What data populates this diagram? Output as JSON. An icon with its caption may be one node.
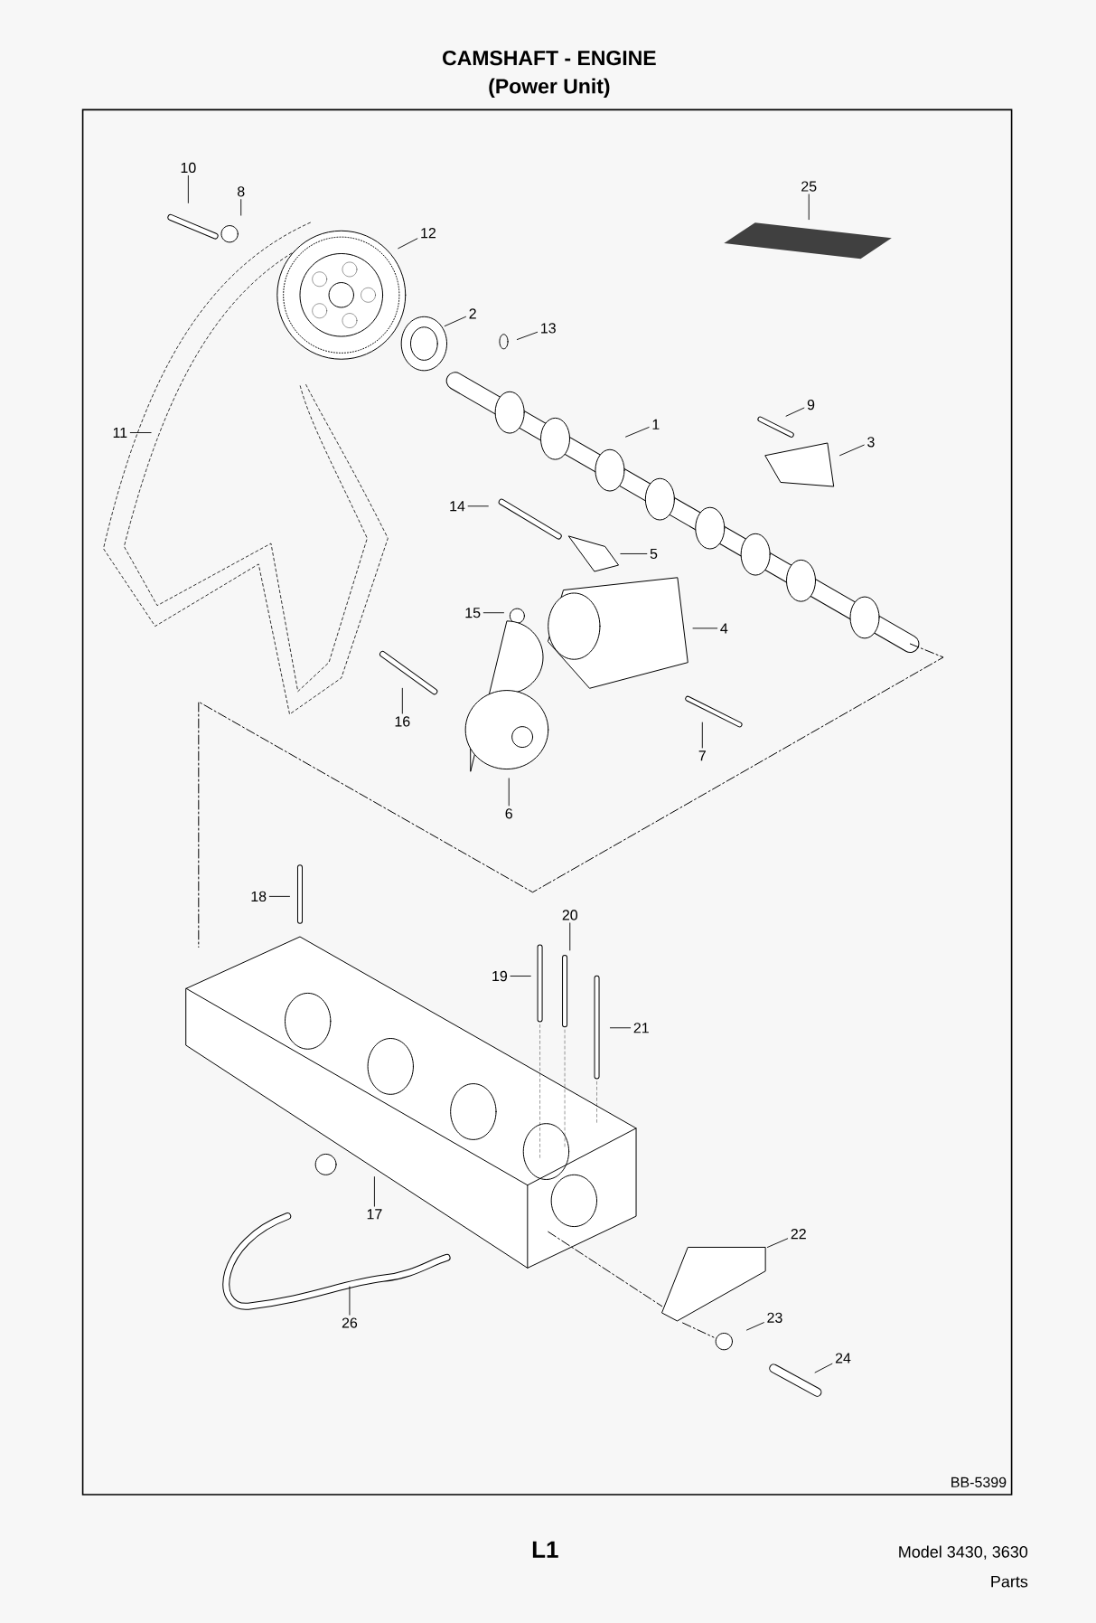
{
  "diagram": {
    "title": "CAMSHAFT - ENGINE",
    "nodes": [
      {
        "text": [
          "10"
        ]
      },
      {
        "text": [
          "8"
        ]
      },
      {
        "text": [
          "25"
        ]
      },
      {
        "text": [
          "12"
        ]
      },
      {
        "text": [
          "2"
        ]
      },
      {
        "text": [
          "13"
        ]
      },
      {
        "text": [
          "11"
        ]
      },
      {
        "text": [
          "9"
        ]
      },
      {
        "text": [
          "1"
        ]
      },
      {
        "text": [
          "3"
        ]
      },
      {
        "text": [
          "14"
        ]
      },
      {
        "text": [
          "5"
        ]
      },
      {
        "text": [
          "15"
        ]
      },
      {
        "text": [
          "4"
        ]
      },
      {
        "text": [
          "16"
        ]
      },
      {
        "text": [
          "7"
        ]
      },
      {
        "text": [
          "6"
        ]
      },
      {
        "text": [
          "18"
        ]
      },
      {
        "text": [
          "20"
        ]
      },
      {
        "text": [
          "19"
        ]
      },
      {
        "text": [
          "21"
        ]
      },
      {
        "text": [
          "17"
        ]
      },
      {
        "text": [
          "22"
        ]
      },
      {
        "text": [
          "23"
        ]
      },
      {
        "text": [
          "26"
        ]
      },
      {
        "text": [
          "24"
        ]
      }
    ],
    "edges": [
      {
        "from": 0,
        "to": null,
        "arrow": "none"
      },
      {
        "from": 1,
        "to": null,
        "arrow": "none"
      },
      {
        "from": 2,
        "to": null,
        "arrow": "none"
      },
      {
        "from": 3,
        "to": null,
        "arrow": "none"
      },
      {
        "from": 4,
        "to": null,
        "arrow": "none"
      },
      {
        "from": 5,
        "to": null,
        "arrow": "none"
      },
      {
        "from": 6,
        "to": null,
        "arrow": "none"
      },
      {
        "from": 7,
        "to": null,
        "arrow": "none"
      },
      {
        "from": 8,
        "to": null,
        "arrow": "none"
      },
      {
        "from": 9,
        "to": null,
        "arrow": "none"
      },
      {
        "from": 10,
        "to": null,
        "arrow": "none"
      },
      {
        "from": 11,
        "to": null,
        "arrow": "none"
      },
      {
        "from": 12,
        "to": null,
        "arrow": "none"
      },
      {
        "from": 13,
        "to": null,
        "arrow": "none"
      },
      {
        "from": 14,
        "to": null,
        "arrow": "none"
      },
      {
        "from": 15,
        "to": null,
        "arrow": "none"
      },
      {
        "from": 16,
        "to": null,
        "arrow": "none"
      },
      {
        "from": 17,
        "to": null,
        "arrow": "none"
      },
      {
        "from": 18,
        "to": null,
        "arrow": "none"
      },
      {
        "from": 19,
        "to": null,
        "arrow": "none"
      },
      {
        "from": 20,
        "to": null,
        "arrow": "none"
      },
      {
        "from": 21,
        "to": null,
        "arrow": "none"
      },
      {
        "from": 22,
        "to": null,
        "arrow": "none"
      },
      {
        "from": 23,
        "to": null,
        "arrow": "none"
      },
      {
        "from": 24,
        "to": null,
        "arrow": "none"
      },
      {
        "from": 25,
        "to": null,
        "arrow": "none"
      }
    ],
    "labels": [
      "(Power Unit)",
      "BB-5399",
      "L1",
      "Model 3430, 3630",
      "Parts"
    ]
  }
}
